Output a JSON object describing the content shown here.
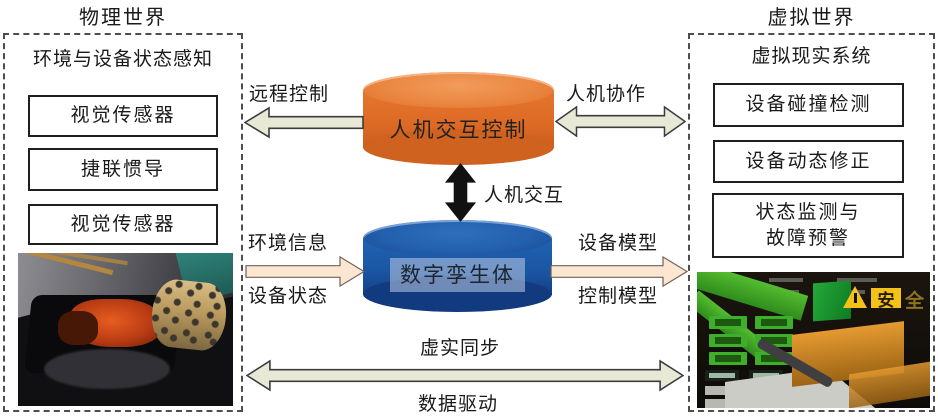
{
  "titles": {
    "left": "物理世界",
    "right": "虚拟世界"
  },
  "left_panel": {
    "heading": "环境与设备状态感知",
    "boxes": [
      "视觉传感器",
      "捷联惯导",
      "视觉传感器"
    ]
  },
  "right_panel": {
    "heading": "虚拟现实系统",
    "boxes": [
      {
        "line1": "设备碰撞检测"
      },
      {
        "line1": "设备动态修正"
      },
      {
        "line1": "状态监测与",
        "line2": "故障预警"
      }
    ]
  },
  "center": {
    "top_cylinder": "人机交互控制",
    "bottom_cylinder": "数字孪生体",
    "interaction_label": "人机交互"
  },
  "arrows": {
    "remote_control": "远程控制",
    "human_machine_collab": "人机协作",
    "env_info": "环境信息",
    "device_status": "设备状态",
    "device_model": "设备模型",
    "control_model": "控制模型",
    "virtual_real_sync": "虚实同步",
    "data_driven": "数据驱动"
  },
  "vr_overlay": {
    "safety_highlight_char": "安",
    "safety_dim_char": "全"
  },
  "colors": {
    "orange_cylinder": "#dd6a24",
    "blue_cylinder": "#1b55a2",
    "beige_arrow": "#e7e9d6",
    "peach_arrow": "#fbe6d2",
    "black_arrow": "#111111",
    "safety_yellow": "#f2c21a",
    "vr_green": "#3fae2a"
  }
}
